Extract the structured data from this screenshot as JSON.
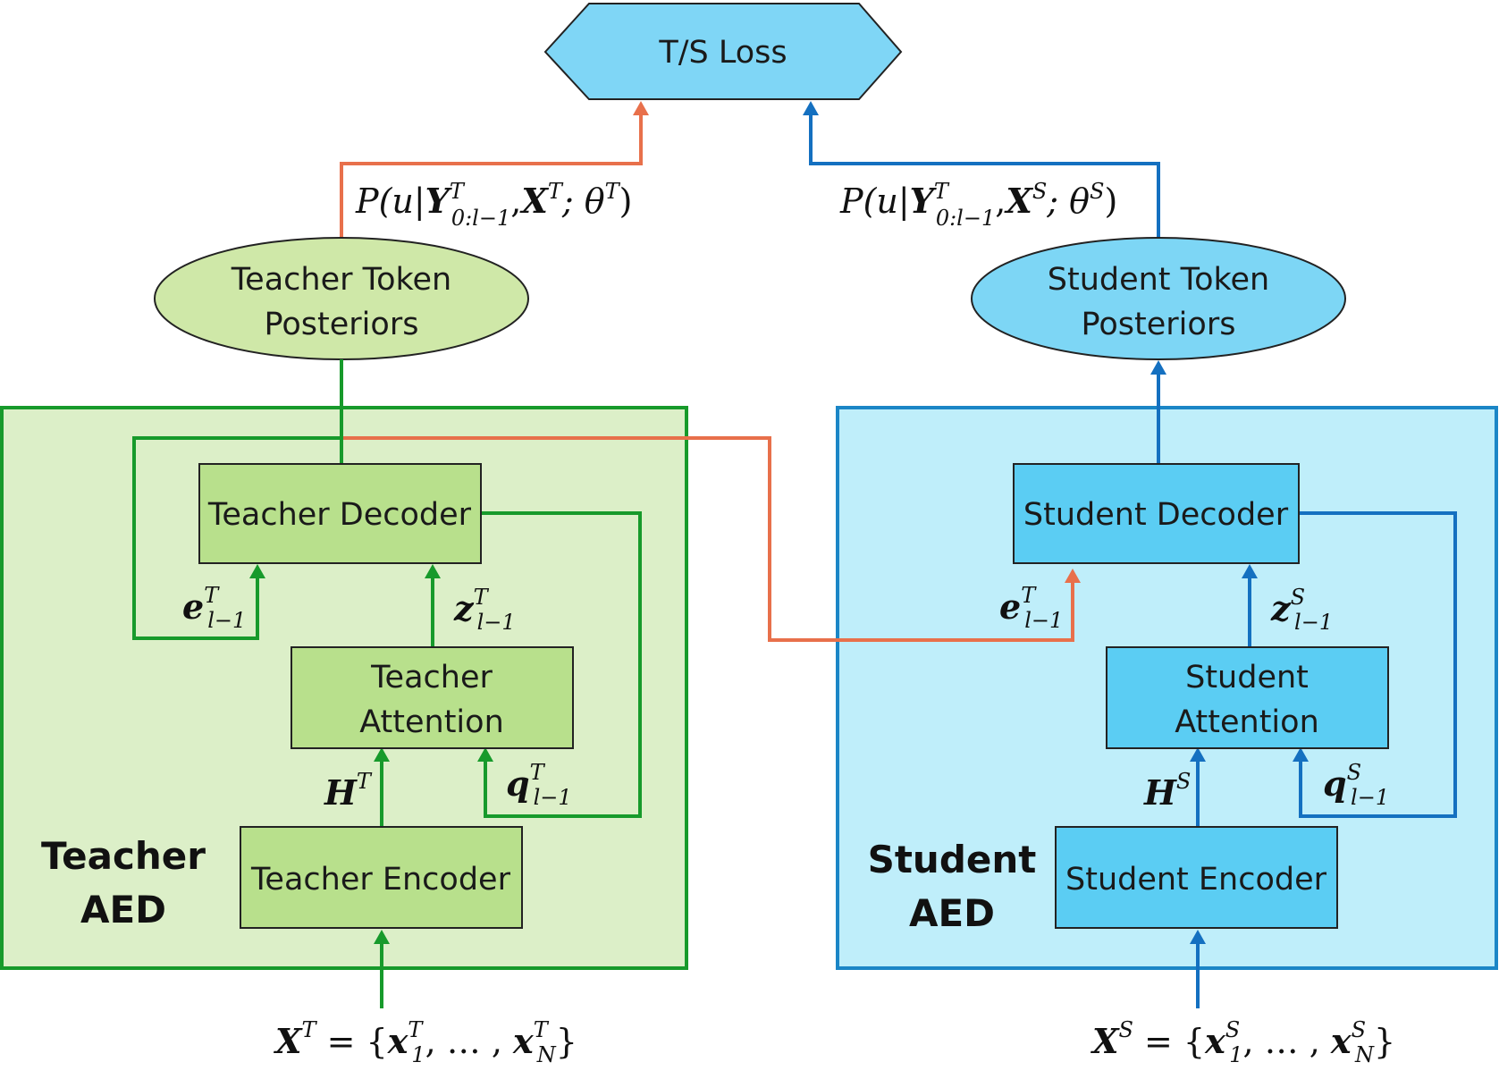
{
  "colors": {
    "teacher_region": "#dcefc8",
    "teacher_border": "#179a2b",
    "teacher_block": "#b8e08c",
    "teacher_ellipse": "#cfe8a8",
    "student_region": "#bfeefa",
    "student_border": "#1b86c6",
    "student_block": "#5bcdf3",
    "student_ellipse": "#7dd6f5",
    "loss_fill": "#7fd6f6",
    "orange": "#e8704b",
    "green": "#179a2b",
    "blue": "#1470c0"
  },
  "loss": {
    "label": "T/S Loss"
  },
  "teacher": {
    "posteriors": {
      "line1": "Teacher Token",
      "line2": "Posteriors"
    },
    "decoder": "Teacher Decoder",
    "attention": {
      "line1": "Teacher",
      "line2": "Attention"
    },
    "encoder": "Teacher Encoder",
    "aed": {
      "line1": "Teacher",
      "line2": "AED"
    },
    "prob": {
      "pre": "P(u|",
      "Y": "Y",
      "Ysup": "T",
      "Ysub": "0:l−1",
      "comma": ",",
      "X": "X",
      "Xsup": "T",
      "theta": "; θ",
      "thetasup": "T",
      "close": ")"
    },
    "e": {
      "base": "e",
      "sup": "T",
      "sub": "l−1"
    },
    "z": {
      "base": "z",
      "sup": "T",
      "sub": "l−1"
    },
    "q": {
      "base": "q",
      "sup": "T",
      "sub": "l−1"
    },
    "H": {
      "base": "H",
      "sup": "T"
    },
    "input": {
      "X": "X",
      "Xsup": "T",
      "eq": " = {",
      "x1": "x",
      "x1sup": "T",
      "x1sub": "1",
      "dots": ", … , ",
      "xN": "x",
      "xNsup": "T",
      "xNsub": "N",
      "close": "}"
    }
  },
  "student": {
    "posteriors": {
      "line1": "Student Token",
      "line2": "Posteriors"
    },
    "decoder": "Student Decoder",
    "attention": {
      "line1": "Student",
      "line2": "Attention"
    },
    "encoder": "Student Encoder",
    "aed": {
      "line1": "Student",
      "line2": "AED"
    },
    "prob": {
      "pre": "P(u|",
      "Y": "Y",
      "Ysup": "T",
      "Ysub": "0:l−1",
      "comma": ",",
      "X": "X",
      "Xsup": "S",
      "theta": "; θ",
      "thetasup": "S",
      "close": ")"
    },
    "e": {
      "base": "e",
      "sup": "T",
      "sub": "l−1"
    },
    "z": {
      "base": "z",
      "sup": "S",
      "sub": "l−1"
    },
    "q": {
      "base": "q",
      "sup": "S",
      "sub": "l−1"
    },
    "H": {
      "base": "H",
      "sup": "S"
    },
    "input": {
      "X": "X",
      "Xsup": "S",
      "eq": " = {",
      "x1": "x",
      "x1sup": "S",
      "x1sub": "1",
      "dots": ", … , ",
      "xN": "x",
      "xNsup": "S",
      "xNsub": "N",
      "close": "}"
    }
  }
}
